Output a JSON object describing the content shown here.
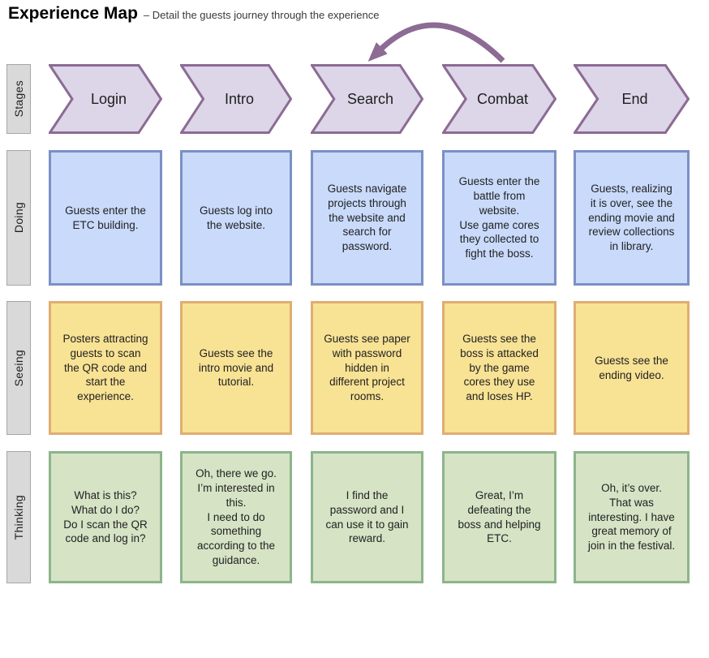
{
  "header": {
    "title": "Experience Map",
    "subtitle": "– Detail the guests journey through the experience"
  },
  "row_labels": [
    "Stages",
    "Doing",
    "Seeing",
    "Thinking"
  ],
  "stages": [
    "Login",
    "Intro",
    "Search",
    "Combat",
    "End"
  ],
  "cells": {
    "doing": [
      "Guests enter the ETC building.",
      "Guests log into the website.",
      "Guests navigate projects through the website and search for password.",
      "Guests enter the battle from website.\nUse game cores they collected to fight the boss.",
      "Guests, realizing it is over, see the ending movie and review collections in library."
    ],
    "seeing": [
      "Posters attracting guests to scan the QR code and start the experience.",
      "Guests see the intro movie and tutorial.",
      "Guests see paper with password hidden in different project rooms.",
      "Guests see the boss is attacked by the game cores they use and loses HP.",
      "Guests see the ending video."
    ],
    "thinking": [
      "What is this?\nWhat do I do?\nDo I scan the QR code and log in?",
      "Oh, there we go.\nI’m interested in this.\nI need to do something according to the guidance.",
      "I find the password and I can use it to gain reward.",
      "Great, I’m defeating the boss and helping ETC.",
      "Oh, it’s over.\nThat was interesting. I have great memory of join in the festival."
    ]
  },
  "icons": {
    "loop_arrow": "curved-arrow-pointing-back-left"
  },
  "colors": {
    "ink": "#1e1e1e",
    "purple-border": "#8c6b94",
    "purple-fill": "#dcd6e8",
    "blue-fill": "#c9dafb",
    "blue-border": "#7b90c4",
    "yellow-fill": "#f8e294",
    "yellow-border": "#dfae72",
    "green-fill": "#d6e3c5",
    "green-border": "#8db58b",
    "gray-fill": "#d9d9d9",
    "gray-border": "#a6a6a6"
  }
}
